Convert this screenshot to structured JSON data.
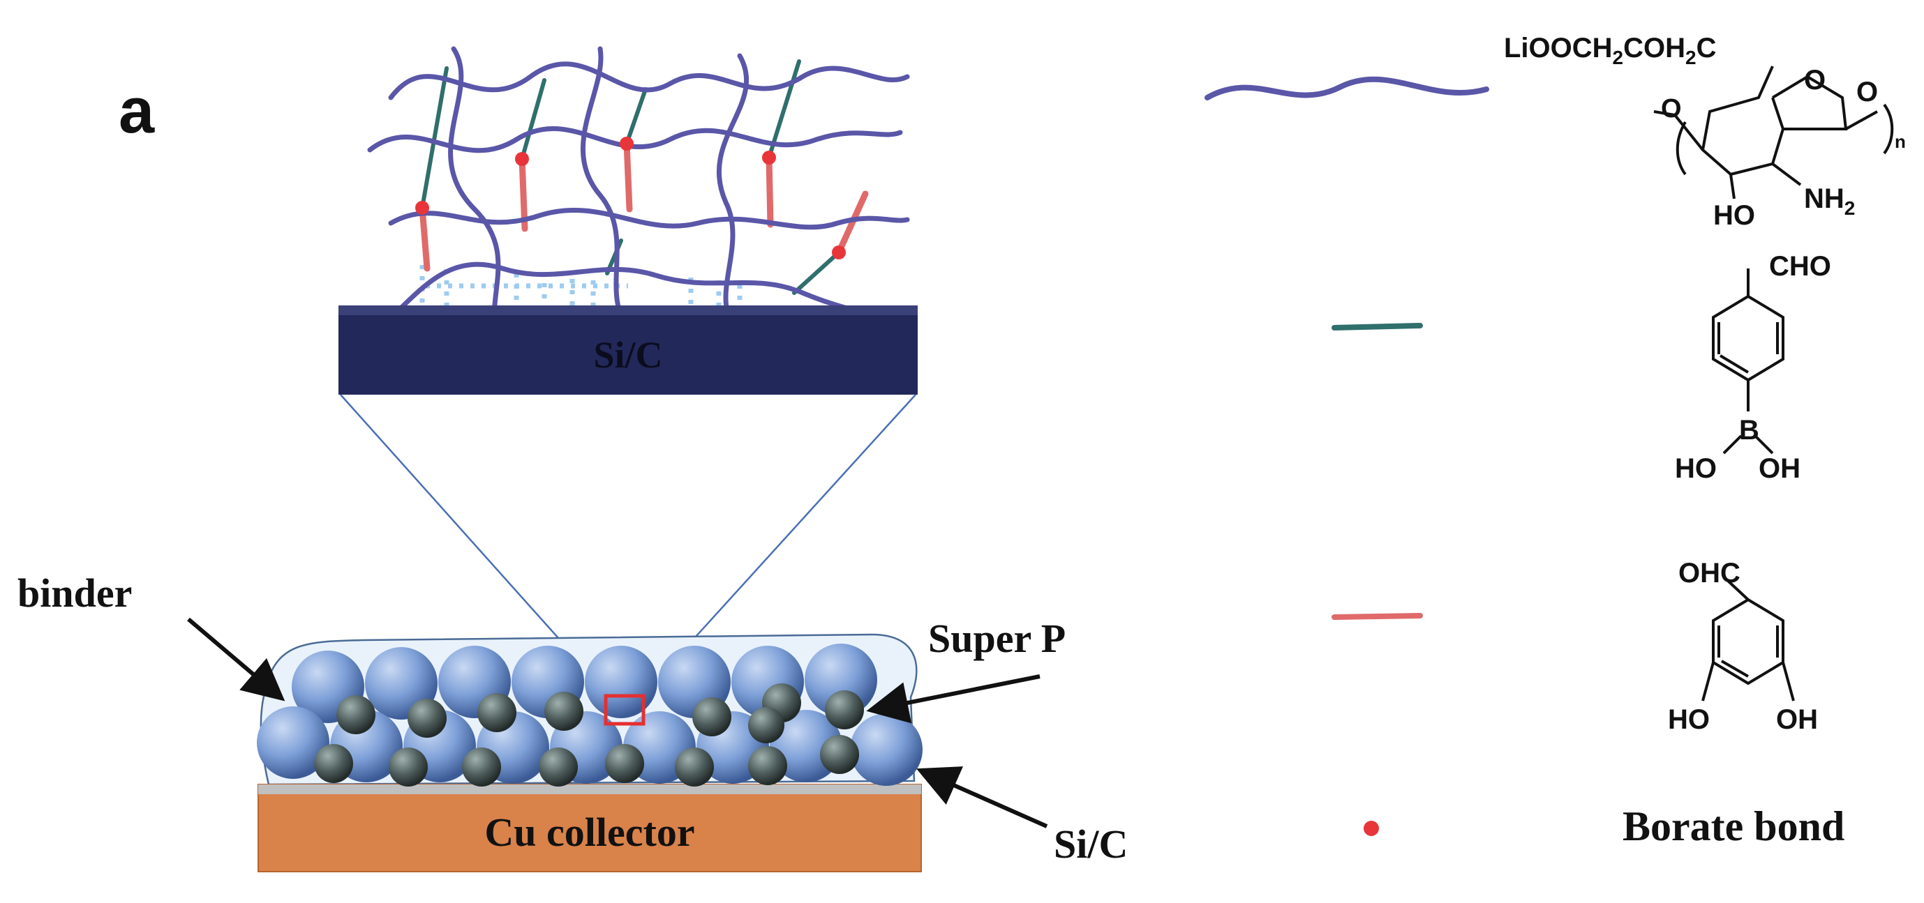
{
  "panel_label": "a",
  "layer_label": "Si/C",
  "callouts": {
    "binder": "binder",
    "super_p": "Super P",
    "sic": "Si/C"
  },
  "collector_label": "Cu collector",
  "legend": {
    "polymer": {
      "chain_color": "#5a56a8",
      "formula_top": "LiOOCH",
      "formula_sub1": "2",
      "formula_mid": "COH",
      "formula_sub2": "2",
      "formula_end": "C",
      "repeat_subscript": "n",
      "hydroxyl": "HO",
      "amine": "NH",
      "amine_sub": "2"
    },
    "boronic": {
      "line_color": "#2f6f6c",
      "aldehyde": "CHO",
      "boron": "B",
      "ho_left": "HO",
      "oh_right": "OH"
    },
    "catechol": {
      "line_color": "#e06a6a",
      "aldehyde": "OHC",
      "ho_left": "HO",
      "oh_right": "OH"
    },
    "borate": {
      "dot_color": "#e8353a",
      "label": "Borate bond"
    }
  },
  "colors": {
    "substrate_top": "#23285a",
    "collector": "#d9824a",
    "sic_particle": "#7ea0d8",
    "superp_particle": "#4b5a59",
    "binder_outline": "#4a6b96",
    "zoom_box": "#e53030"
  }
}
